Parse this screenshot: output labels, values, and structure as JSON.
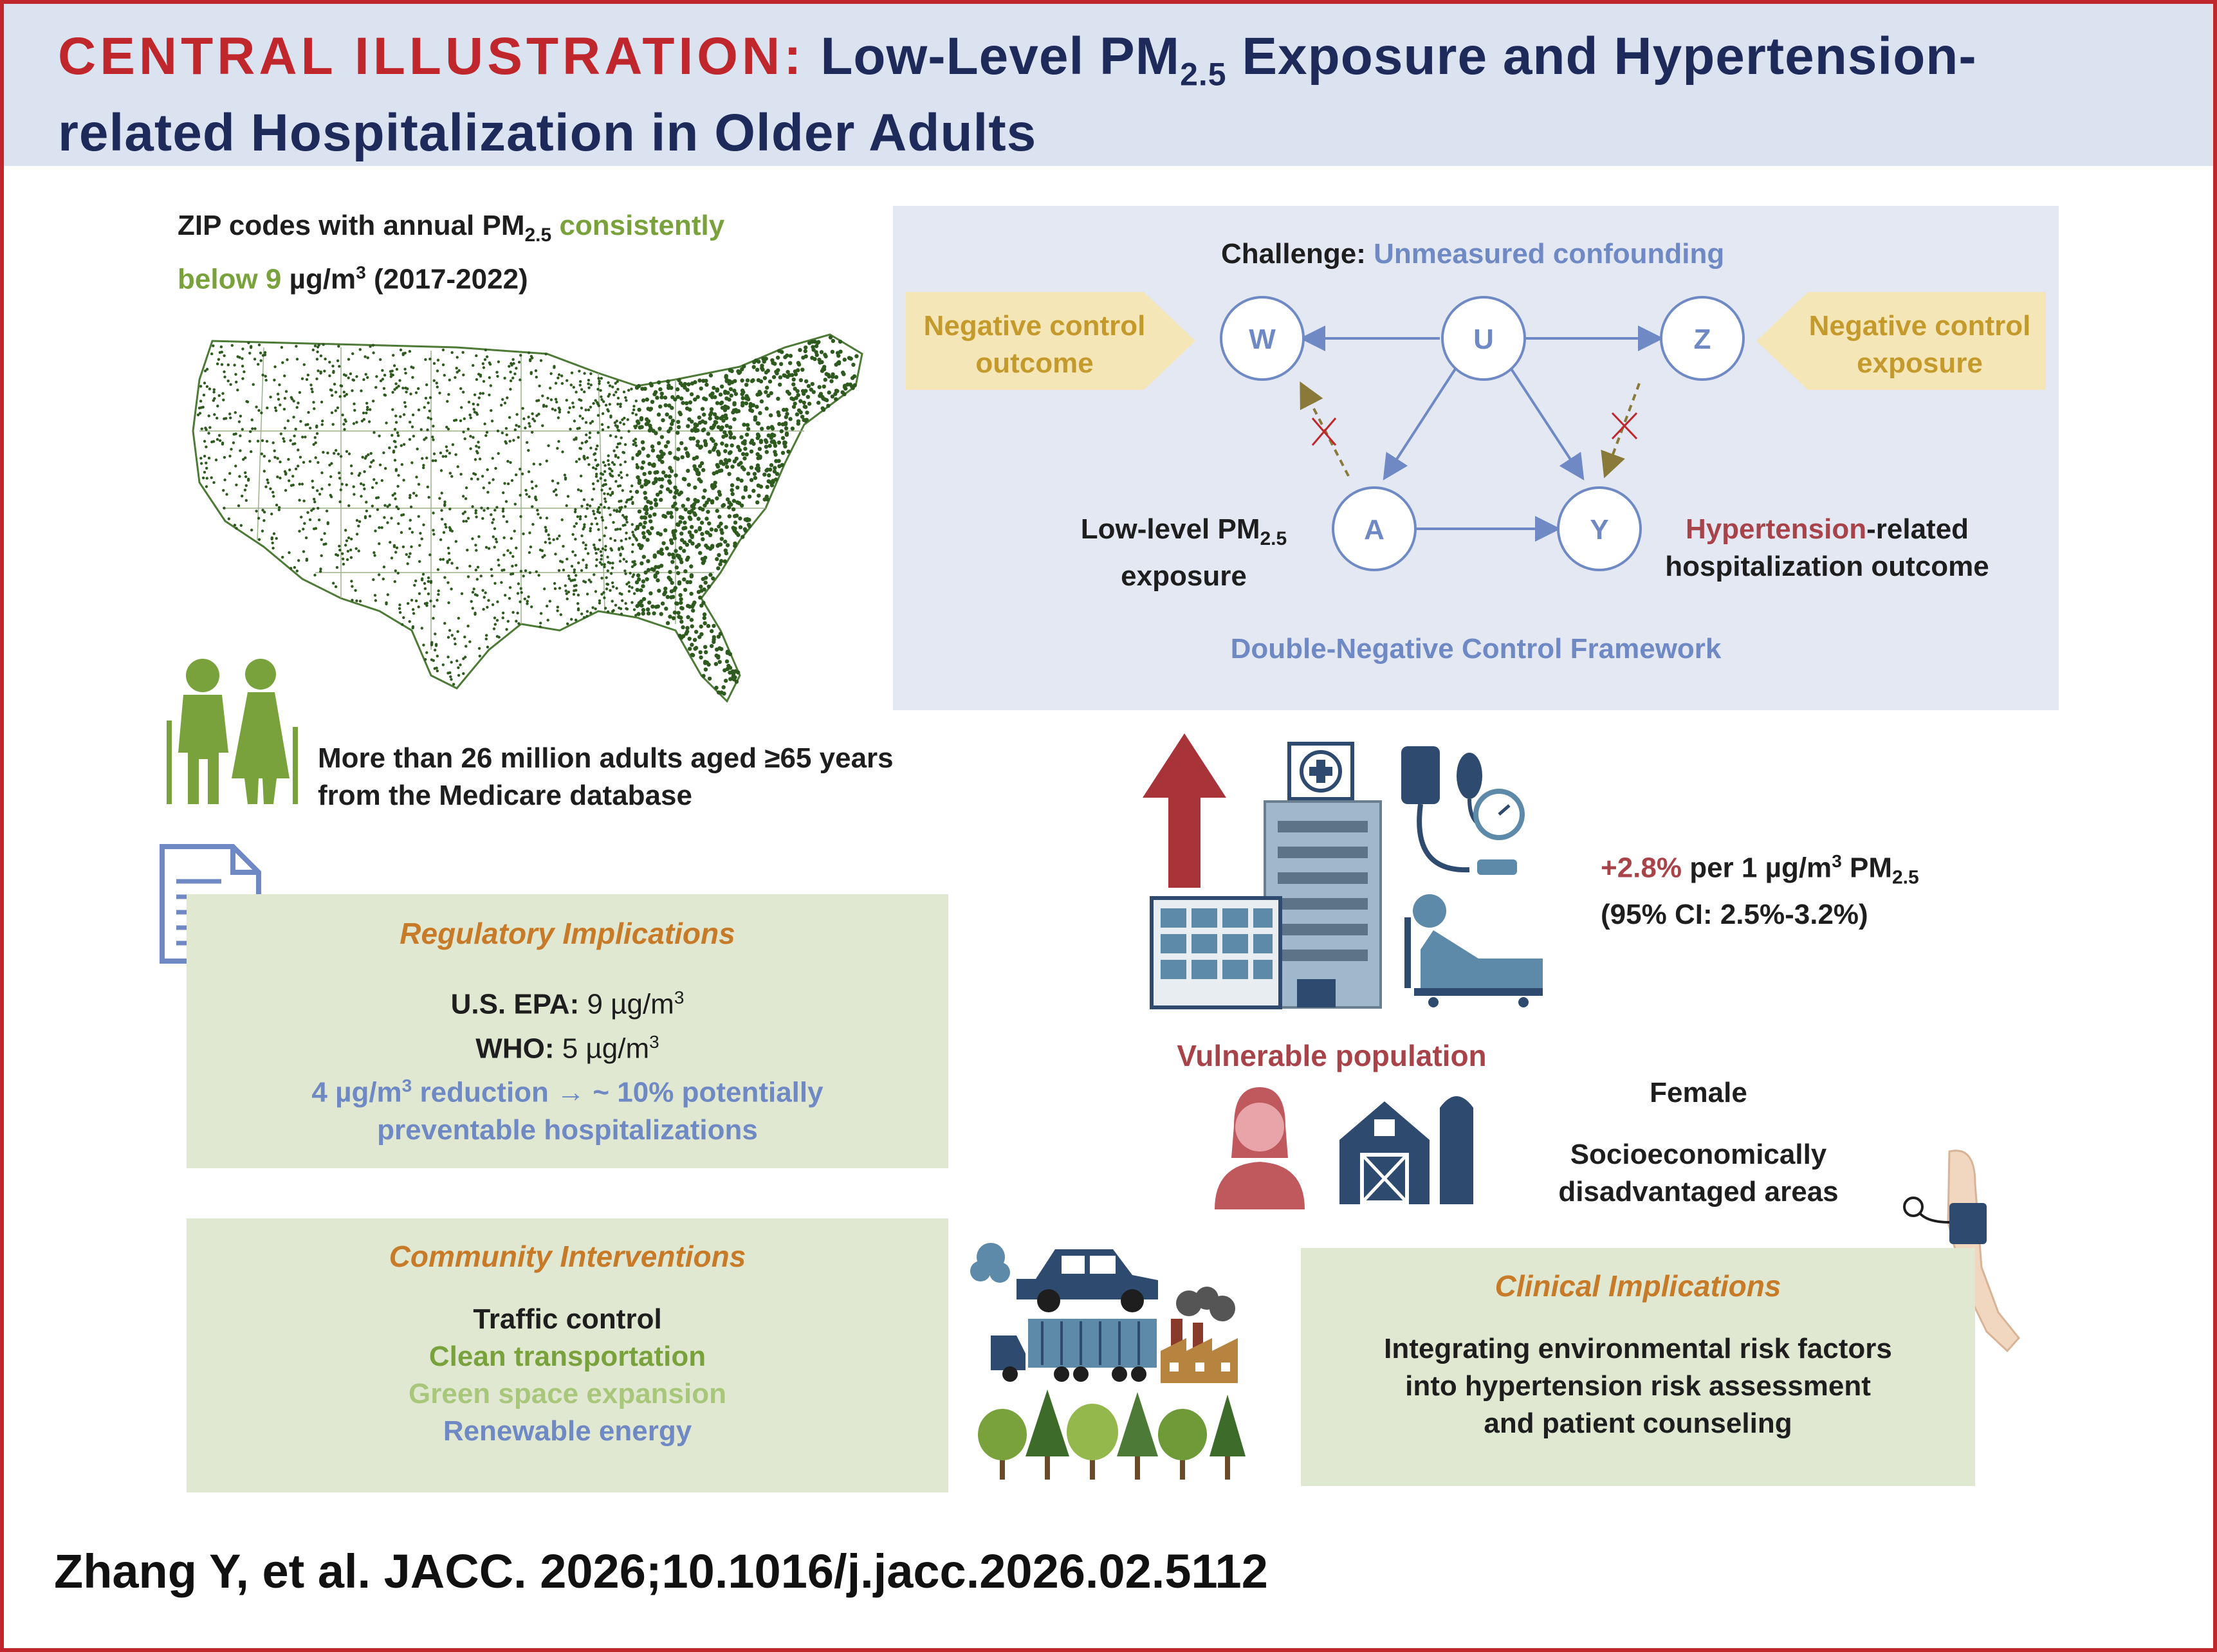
{
  "header": {
    "label": "CENTRAL ILLUSTRATION:",
    "title_part1": "Low-Level PM",
    "title_sub": "2.5",
    "title_part2": " Exposure and Hypertension-",
    "title_line2": "related Hospitalization in Older Adults"
  },
  "map_caption": {
    "part1": "ZIP codes with annual PM",
    "sub": "2.5",
    "part2": " consistently",
    "line2_green": "below 9",
    "line2_unit": " µg/m",
    "line2_sup": "3",
    "line2_rest": " (2017-2022)"
  },
  "population": {
    "line1": "More than 26 million adults aged ≥65 years",
    "line2": "from the Medicare database"
  },
  "regulatory": {
    "title": "Regulatory Implications",
    "epa_label": "U.S. EPA:",
    "epa_value": " 9 µg/m",
    "epa_sup": "3",
    "who_label": "WHO:",
    "who_value": " 5 µg/m",
    "who_sup": "3",
    "reduction_part1": "4 µg/m",
    "reduction_sup": "3",
    "reduction_part2": " reduction → ~ 10% potentially",
    "reduction_line2": "preventable hospitalizations"
  },
  "community": {
    "title": "Community Interventions",
    "items": [
      "Traffic control",
      "Clean transportation",
      "Green space expansion",
      "Renewable energy"
    ]
  },
  "dag": {
    "challenge_label": "Challenge:",
    "challenge_value": " Unmeasured confounding",
    "nodes": [
      "W",
      "U",
      "Z",
      "A",
      "Y"
    ],
    "neg_outcome_line1": "Negative control",
    "neg_outcome_line2": "outcome",
    "neg_exposure_line1": "Negative control",
    "neg_exposure_line2": "exposure",
    "exposure_line1": "Low-level PM",
    "exposure_sub": "2.5",
    "exposure_line2": "exposure",
    "outcome_red": "Hypertension",
    "outcome_rest": "-related",
    "outcome_line2": "hospitalization outcome",
    "framework": "Double-Negative Control Framework"
  },
  "result": {
    "effect": "+2.8%",
    "per": " per 1 µg/m",
    "sup": "3",
    "pm": " PM",
    "sub": "2.5",
    "ci": "(95% CI: 2.5%-3.2%)"
  },
  "vulnerable": {
    "title": "Vulnerable population",
    "female": "Female",
    "socio_line1": "Socioeconomically",
    "socio_line2": "disadvantaged areas"
  },
  "clinical": {
    "title": "Clinical Implications",
    "line1": "Integrating environmental risk factors",
    "line2": "into hypertension risk assessment",
    "line3": "and patient counseling"
  },
  "citation": "Zhang Y, et al. JACC. 2026;10.1016/j.jacc.2026.02.5112",
  "colors": {
    "frame": "#c0272d",
    "header_bg": "#dbe3f1",
    "title_navy": "#1e2a5a",
    "green_text": "#7aa23c",
    "blue_text": "#6e89c3",
    "red_text": "#a8434a",
    "orange_text": "#c77a28",
    "panel_green": "#e1e8d2",
    "panel_blue": "#e3e8f2",
    "map_dots": "#2f5a1f"
  },
  "icons": [
    "us-map",
    "elderly-couple-icon",
    "document-icon",
    "up-arrow-icon",
    "hospital-icon",
    "blood-pressure-monitor-icon",
    "hospital-bed-icon",
    "woman-icon",
    "barn-icon",
    "car-icon",
    "truck-icon",
    "factory-icon",
    "trees-icon",
    "arm-cuff-icon"
  ]
}
